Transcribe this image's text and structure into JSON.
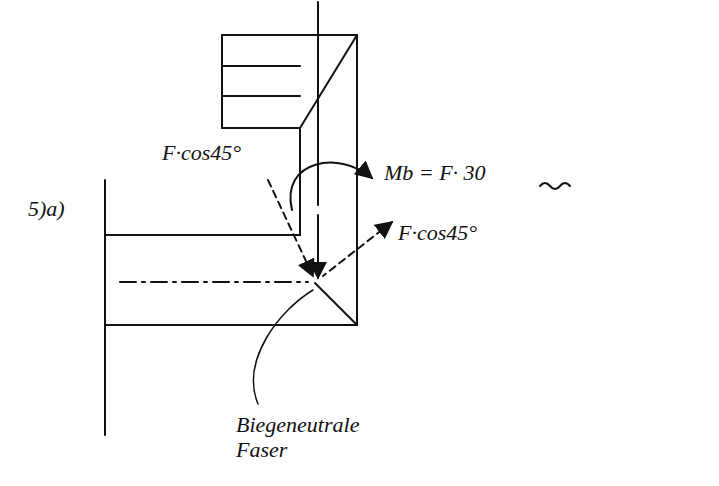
{
  "diagram": {
    "labels": [
      "5)a)",
      "F·cos45°",
      "Mb = F· 30",
      "F·cos45°",
      "Biegeneutrale Faser"
    ]
  }
}
